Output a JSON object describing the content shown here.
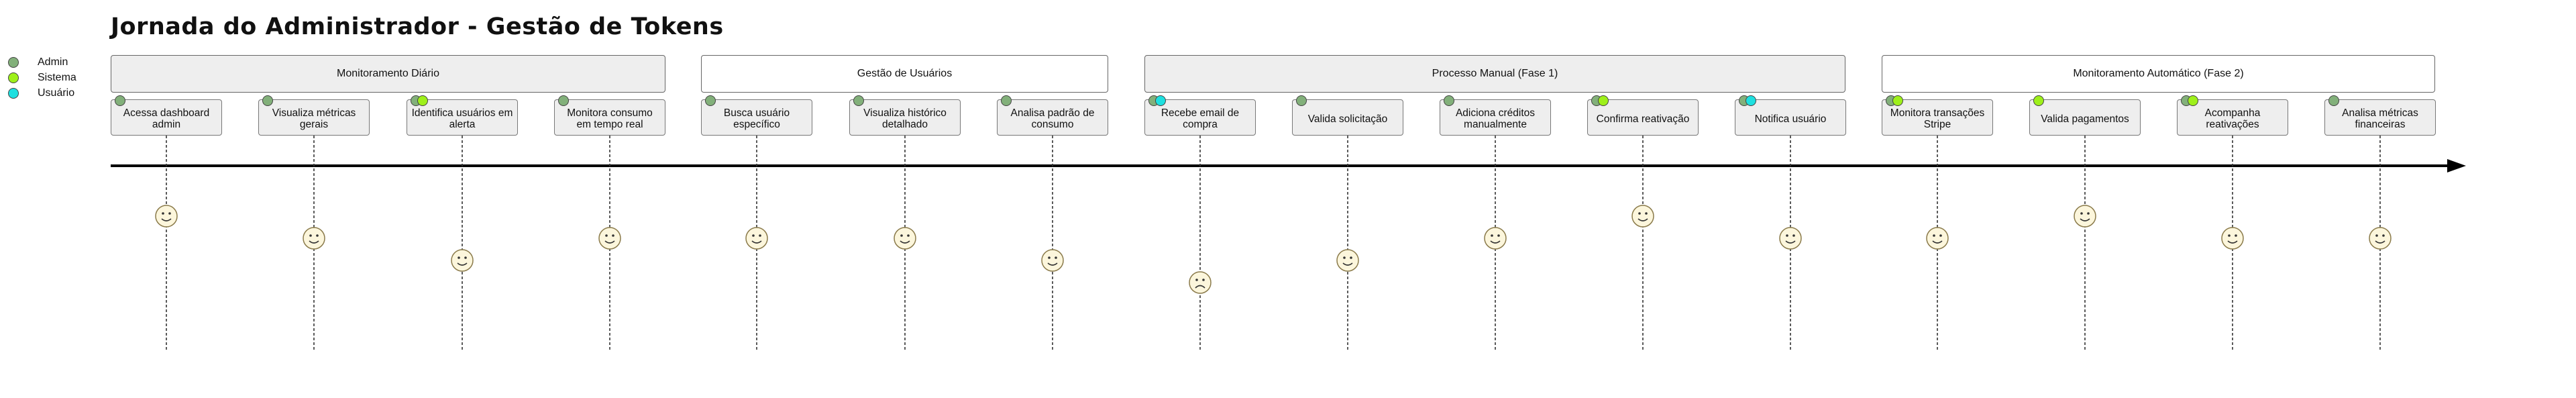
{
  "title": "Jornada do Administrador - Gestão de Tokens",
  "colors": {
    "admin": "#82b07a",
    "sistema": "#9ef01a",
    "usuario": "#1ee0e0",
    "phase_fill": "#eeeeee",
    "face_fill": "#fcf6dc",
    "face_stroke": "#8a7a4a"
  },
  "legend": [
    {
      "key": "admin",
      "label": "Admin"
    },
    {
      "key": "sistema",
      "label": "Sistema"
    },
    {
      "key": "usuario",
      "label": "Usuário"
    }
  ],
  "phases": [
    {
      "label": "Monitoramento Diário",
      "shaded": true
    },
    {
      "label": "Gestão de Usuários",
      "shaded": false
    },
    {
      "label": "Processo Manual (Fase 1)",
      "shaded": true
    },
    {
      "label": "Monitoramento Automático (Fase 2)",
      "shaded": false
    }
  ],
  "steps": [
    {
      "label": "Acessa dashboard admin",
      "actors": [
        "admin"
      ],
      "mood": "happy",
      "score": 4
    },
    {
      "label": "Visualiza métricas gerais",
      "actors": [
        "admin"
      ],
      "mood": "happy",
      "score": 3
    },
    {
      "label": "Identifica usuários em alerta",
      "actors": [
        "admin",
        "sistema"
      ],
      "mood": "happy",
      "score": 2
    },
    {
      "label": "Monitora consumo em tempo real",
      "actors": [
        "admin"
      ],
      "mood": "happy",
      "score": 3
    },
    {
      "label": "Busca usuário específico",
      "actors": [
        "admin"
      ],
      "mood": "happy",
      "score": 3
    },
    {
      "label": "Visualiza histórico detalhado",
      "actors": [
        "admin"
      ],
      "mood": "happy",
      "score": 3
    },
    {
      "label": "Analisa padrão de consumo",
      "actors": [
        "admin"
      ],
      "mood": "happy",
      "score": 2
    },
    {
      "label": "Recebe email de compra",
      "actors": [
        "admin",
        "usuario"
      ],
      "mood": "sad",
      "score": 1
    },
    {
      "label": "Valida solicitação",
      "actors": [
        "admin"
      ],
      "mood": "happy",
      "score": 2
    },
    {
      "label": "Adiciona créditos manualmente",
      "actors": [
        "admin"
      ],
      "mood": "happy",
      "score": 3
    },
    {
      "label": "Confirma reativação",
      "actors": [
        "admin",
        "sistema"
      ],
      "mood": "happy",
      "score": 4
    },
    {
      "label": "Notifica usuário",
      "actors": [
        "admin",
        "usuario"
      ],
      "mood": "happy",
      "score": 3
    },
    {
      "label": "Monitora transações Stripe",
      "actors": [
        "admin",
        "sistema"
      ],
      "mood": "happy",
      "score": 3
    },
    {
      "label": "Valida pagamentos",
      "actors": [
        "sistema"
      ],
      "mood": "happy",
      "score": 4
    },
    {
      "label": "Acompanha reativações",
      "actors": [
        "admin",
        "sistema"
      ],
      "mood": "happy",
      "score": 3
    },
    {
      "label": "Analisa métricas financeiras",
      "actors": [
        "admin"
      ],
      "mood": "happy",
      "score": 3
    }
  ]
}
